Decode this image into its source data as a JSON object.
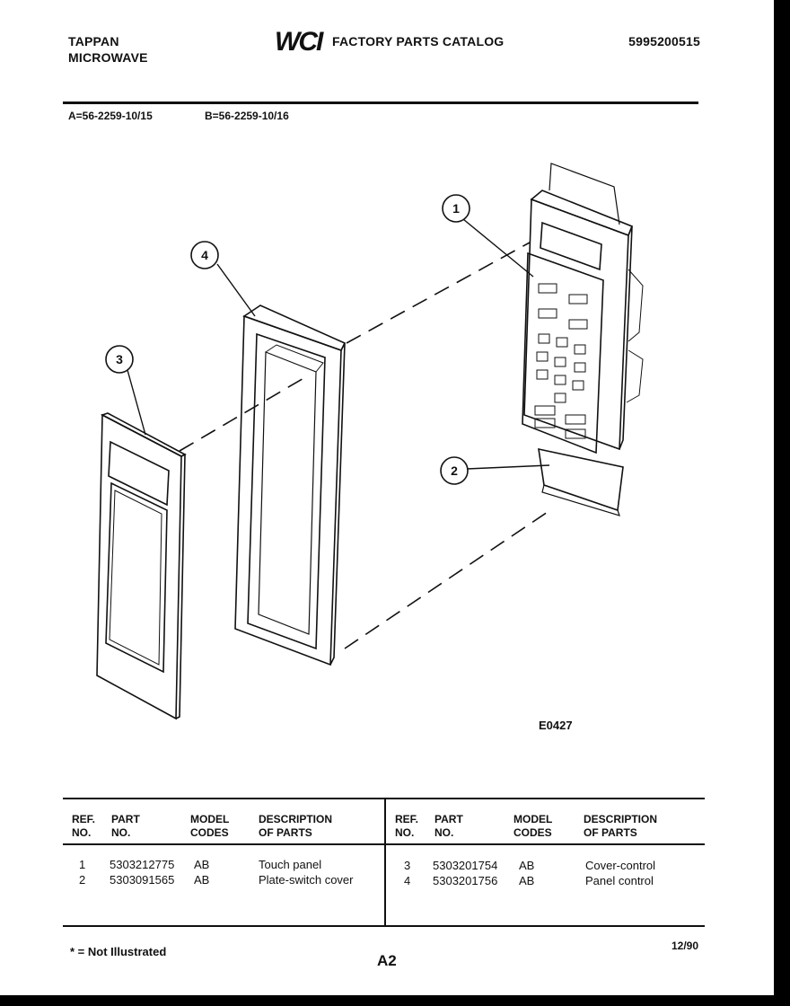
{
  "header": {
    "brand_line1": "TAPPAN",
    "brand_line2": "MICROWAVE",
    "logo": "WCI",
    "catalog_title": "FACTORY PARTS CATALOG",
    "catalog_number": "5995200515"
  },
  "model_codes": {
    "a": "A=56-2259-10/15",
    "b": "B=56-2259-10/16"
  },
  "diagram": {
    "callouts": [
      "1",
      "2",
      "3",
      "4"
    ],
    "id": "E0427"
  },
  "table": {
    "headers": [
      {
        "ref": "REF.",
        "ref2": "NO.",
        "part": "PART",
        "part2": "NO.",
        "model": "MODEL",
        "model2": "CODES",
        "desc": "DESCRIPTION",
        "desc2": "OF PARTS"
      },
      {
        "ref": "REF.",
        "ref2": "NO.",
        "part": "PART",
        "part2": "NO.",
        "model": "MODEL",
        "model2": "CODES",
        "desc": "DESCRIPTION",
        "desc2": "OF PARTS"
      }
    ],
    "rows": [
      {
        "ref": "1",
        "part": "5303212775",
        "codes": "AB",
        "desc": "Touch panel"
      },
      {
        "ref": "2",
        "part": "5303091565",
        "codes": "AB",
        "desc": "Plate-switch cover"
      },
      {
        "ref": "3",
        "part": "5303201754",
        "codes": "AB",
        "desc": "Cover-control"
      },
      {
        "ref": "4",
        "part": "5303201756",
        "codes": "AB",
        "desc": "Panel control"
      }
    ]
  },
  "footer": {
    "footnote": "* = Not Illustrated",
    "page_id": "A2",
    "date_code": "12/90"
  },
  "colors": {
    "ink": "#111111",
    "paper": "#ffffff",
    "border": "#000000"
  }
}
